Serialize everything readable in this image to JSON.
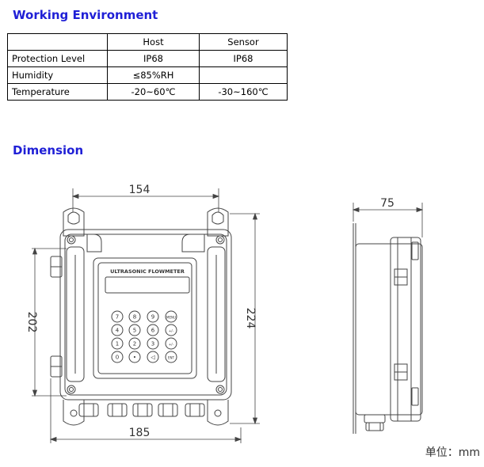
{
  "sections": {
    "environment_title": "Working Environment",
    "dimension_title": "Dimension"
  },
  "environment_table": {
    "header": [
      "",
      "Host",
      "Sensor"
    ],
    "rows": [
      {
        "label": "Protection Level",
        "host": "IP68",
        "sensor": "IP68"
      },
      {
        "label": "Humidity",
        "host": "≤85%RH",
        "sensor": ""
      },
      {
        "label": "Temperature",
        "host": "-20~60℃",
        "sensor": "-30~160℃"
      }
    ]
  },
  "drawing": {
    "front_width_top": "154",
    "front_width_bottom": "185",
    "front_height_inner": "202",
    "front_height_outer": "224",
    "side_depth": "75",
    "display_label": "ULTRASONIC FLOWMETER",
    "unit_label": "单位：mm",
    "keypad_keys": [
      "7",
      "8",
      "9",
      "MENU",
      "4",
      "5",
      "6",
      "+/-",
      "1",
      "2",
      "3",
      "+/-",
      "0",
      "•",
      "◁",
      "ENT"
    ]
  }
}
